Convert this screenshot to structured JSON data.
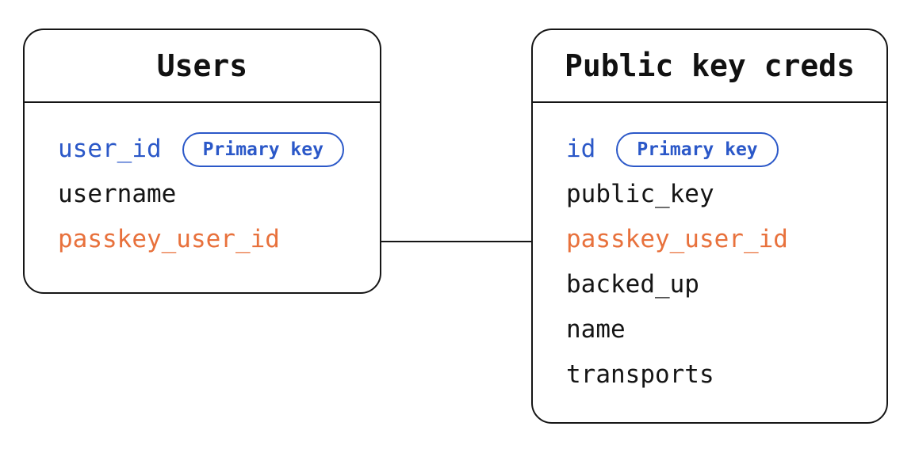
{
  "diagram": {
    "kind": "entity-relationship",
    "colors": {
      "border": "#151515",
      "primary_key_blue": "#2b58c8",
      "shared_key_orange": "#e8713c",
      "text_black": "#151515",
      "background": "#ffffff"
    },
    "badge_label": "Primary key",
    "tables": [
      {
        "title": "Users",
        "fields": [
          {
            "name": "user_id",
            "role": "primary",
            "badge": "Primary key"
          },
          {
            "name": "username",
            "role": "plain",
            "badge": ""
          },
          {
            "name": "passkey_user_id",
            "role": "shared",
            "badge": ""
          }
        ]
      },
      {
        "title": "Public key creds",
        "fields": [
          {
            "name": "id",
            "role": "primary",
            "badge": "Primary key"
          },
          {
            "name": "public_key",
            "role": "plain",
            "badge": ""
          },
          {
            "name": "passkey_user_id",
            "role": "shared",
            "badge": ""
          },
          {
            "name": "backed_up",
            "role": "plain",
            "badge": ""
          },
          {
            "name": "name",
            "role": "plain",
            "badge": ""
          },
          {
            "name": "transports",
            "role": "plain",
            "badge": ""
          }
        ]
      }
    ],
    "relationship": {
      "from": "Users.passkey_user_id",
      "to": "Public key creds.passkey_user_id"
    }
  }
}
